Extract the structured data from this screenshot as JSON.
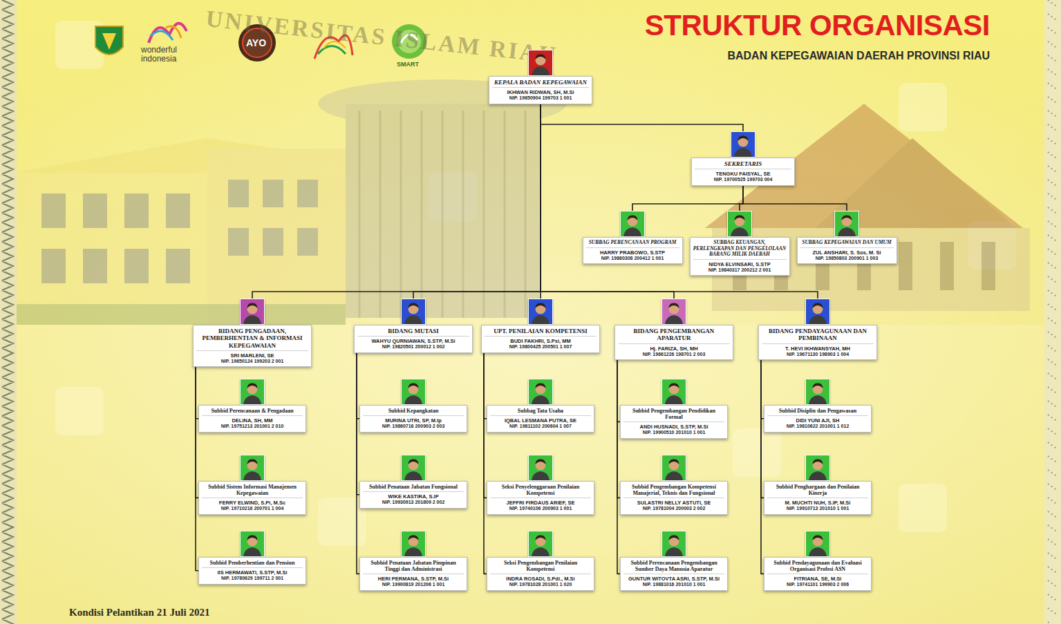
{
  "diagram": {
    "title": "STRUKTUR ORGANISASI",
    "caption": "Kondisi Pelantikan 21 Juli 2021",
    "nodes": [
      {
        "text": [
          "KEPALA BADAN KEPEGAWAIAN",
          "IKHWAN RIDWAN, SH, M.Si",
          "NIP. 19650904 199703 1 001"
        ]
      },
      {
        "text": [
          "SEKRETARIS",
          "TENGKU FAISYAL, SE",
          "NIP. 19700525 199703 004"
        ]
      },
      {
        "text": [
          "SUBBAG PERENCANAAN PROGRAM",
          "HARRY PRABOWO, S.STP",
          "NIP. 19860308 200412 1 001"
        ]
      },
      {
        "text": [
          "SUBBAG KEUANGAN, PERLENGKAPAN DAN PENGELOLAAN BARANG MILIK DAERAH",
          "NIDYA ELVINSARI, S.STP",
          "NIP. 19840317 200212 2 001"
        ]
      },
      {
        "text": [
          "SUBBAG KEPEGAWAIAN DAN UMUM",
          "ZUL ANSHARI, S. Sos, M. Si",
          "NIP. 19850803 200901 1 003"
        ]
      },
      {
        "text": [
          "BIDANG PENGADAAN, PEMBERHENTIAN & INFORMASI KEPEGAWAIAN",
          "SRI MARLENI, SE",
          "NIP. 19650124 199203 2 001"
        ]
      },
      {
        "text": [
          "BIDANG MUTASI",
          "WAHYU QURNIAWAN, S.STP, M.Si",
          "NIP. 19820501 200012 1 002"
        ]
      },
      {
        "text": [
          "UPT. PENILAIAN KOMPETENSI",
          "BUDI FAKHRI, S.Psi, MM",
          "NIP. 19800425 200501 1 007"
        ]
      },
      {
        "text": [
          "BIDANG PENGEMBANGAN APARATUR",
          "Hj. FARIZA, SH, MH",
          "NIP. 19661226 198701 2 003"
        ]
      },
      {
        "text": [
          "BIDANG PENDAYAGUNAAN DAN PEMBINAAN",
          "T. HEVI IKHWANSYAH, MH",
          "NIP. 19671130 198903 1 004"
        ]
      },
      {
        "text": [
          "Subbid Perencanaan & Pengadaan",
          "DELINA, SH, MM",
          "NIP. 19751213 201001 2 010"
        ]
      },
      {
        "text": [
          "Subbid Sistem Informasi Manajemen Kepegawaian",
          "FERRY ELWIND, S.Pi, M.Sc",
          "NIP. 19710216 200701 1 004"
        ]
      },
      {
        "text": [
          "Subbid Pemberhentian dan Pensiun",
          "IIS HERMAWATI, S.STP, M.Si",
          "NIP. 19780629 199711 2 001"
        ]
      },
      {
        "text": [
          "Subbid Kepangkatan",
          "MURINA UTRI, SP, M.Ip",
          "NIP. 19860716 200903 2 003"
        ]
      },
      {
        "text": [
          "Subbid Penataan Jabatan Fungsional",
          "WIKE KASTIRA, S.IP",
          "NIP. 19930913 201609 2 002"
        ]
      },
      {
        "text": [
          "Subbid Penataan Jabatan Pimpinan Tinggi dan Administrasi",
          "HERI PERMANA, S.STP, M.Si",
          "NIP. 19900819 201206 1 001"
        ]
      },
      {
        "text": [
          "Subbag Tata Usaha",
          "IQBAL LESMANA PUTRA, SE",
          "NIP. 19811102 200604 1 007"
        ]
      },
      {
        "text": [
          "Seksi Penyelenggaraan Penilaian Kompetensi",
          "JEFFRI FIRDAUS ARIEF, SE",
          "NIP. 19740106 200903 1 001"
        ]
      },
      {
        "text": [
          "Seksi Pengembangan Penilaian Kompetensi",
          "INDRA ROSADI, S.Pdi., M.Si",
          "NIP. 19781028 201001 1 020"
        ]
      },
      {
        "text": [
          "Subbid Pengembangan Pendidikan Formal",
          "ANDI HUSNADI, S.STP, M.Si",
          "NIP. 19900510 201010 1 001"
        ]
      },
      {
        "text": [
          "Subbid Pengembangan Kompetensi Manajerial, Teknis dan Fungsional",
          "SULASTRI NELLY ASTUTI, SE",
          "NIP. 19781004 200003 2 002"
        ]
      },
      {
        "text": [
          "Subbid Perencanaan Pengembangan Sumber Daya Manusia Aparatur",
          "GUNTUR WITOVTA ASRI, S.STP, M.Si",
          "NIP. 19881016 201010 1 001"
        ]
      },
      {
        "text": [
          "Subbid Disiplin dan Pengawasan",
          "DIDI YUNI AJI, SH",
          "NIP. 19810622 201001 1 012"
        ]
      },
      {
        "text": [
          "Subbid Penghargaan dan Penilaian Kinerja",
          "M. MUCHTI NUH, S.IP, M.Si",
          "NIP. 19910713 201010 1 001"
        ]
      },
      {
        "text": [
          "Subbid Pendayagunaan dan Evaluasi Organisasi Profesi ASN",
          "FITRIANA, SE, M.Si",
          "NIP. 19741101 199903 2 006"
        ]
      }
    ],
    "edges": [
      {
        "from": 0,
        "to": 1,
        "arrow": "none"
      },
      {
        "from": 0,
        "to": 5,
        "arrow": "none"
      },
      {
        "from": 0,
        "to": 6,
        "arrow": "none"
      },
      {
        "from": 0,
        "to": 7,
        "arrow": "none"
      },
      {
        "from": 0,
        "to": 8,
        "arrow": "none"
      },
      {
        "from": 0,
        "to": 9,
        "arrow": "none"
      },
      {
        "from": 1,
        "to": 2,
        "arrow": "none"
      },
      {
        "from": 1,
        "to": 3,
        "arrow": "none"
      },
      {
        "from": 1,
        "to": 4,
        "arrow": "none"
      },
      {
        "from": 5,
        "to": 10,
        "arrow": "none"
      },
      {
        "from": 5,
        "to": 11,
        "arrow": "none"
      },
      {
        "from": 5,
        "to": 12,
        "arrow": "none"
      },
      {
        "from": 6,
        "to": 13,
        "arrow": "none"
      },
      {
        "from": 6,
        "to": 14,
        "arrow": "none"
      },
      {
        "from": 6,
        "to": 15,
        "arrow": "none"
      },
      {
        "from": 7,
        "to": 16,
        "arrow": "none"
      },
      {
        "from": 7,
        "to": 17,
        "arrow": "none"
      },
      {
        "from": 7,
        "to": 18,
        "arrow": "none"
      },
      {
        "from": 8,
        "to": 19,
        "arrow": "none"
      },
      {
        "from": 8,
        "to": 20,
        "arrow": "none"
      },
      {
        "from": 8,
        "to": 21,
        "arrow": "none"
      },
      {
        "from": 9,
        "to": 22,
        "arrow": "none"
      },
      {
        "from": 9,
        "to": 23,
        "arrow": "none"
      },
      {
        "from": 9,
        "to": 24,
        "arrow": "none"
      }
    ],
    "labels": [
      "BADAN KEPEGAWAIAN DAERAH PROVINSI RIAU",
      "wonderful indonesia",
      "AYO",
      "SMART",
      "UNIVERSITAS ISLAM RIAU"
    ]
  }
}
